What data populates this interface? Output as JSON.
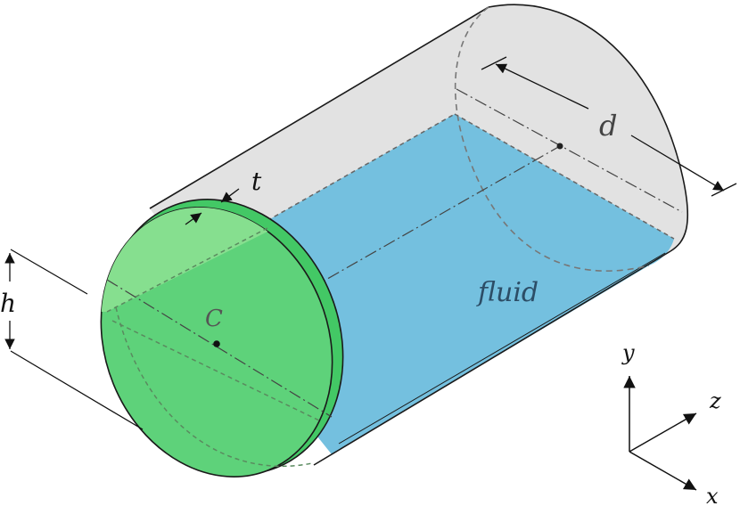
{
  "labels": {
    "thickness": "t",
    "diameter": "d",
    "height": "h",
    "center": "C",
    "fluid": "fluid"
  },
  "axes": {
    "x": "x",
    "y": "y",
    "z": "z"
  },
  "colors": {
    "fluid": "#74c0df",
    "cap_face": "#5ed27a",
    "cap_highlight": "#86df8f",
    "cap_rim": "#43c865",
    "shell": "#e2e2e2",
    "outline": "#1a1a1a",
    "hidden_line": "#777777"
  }
}
